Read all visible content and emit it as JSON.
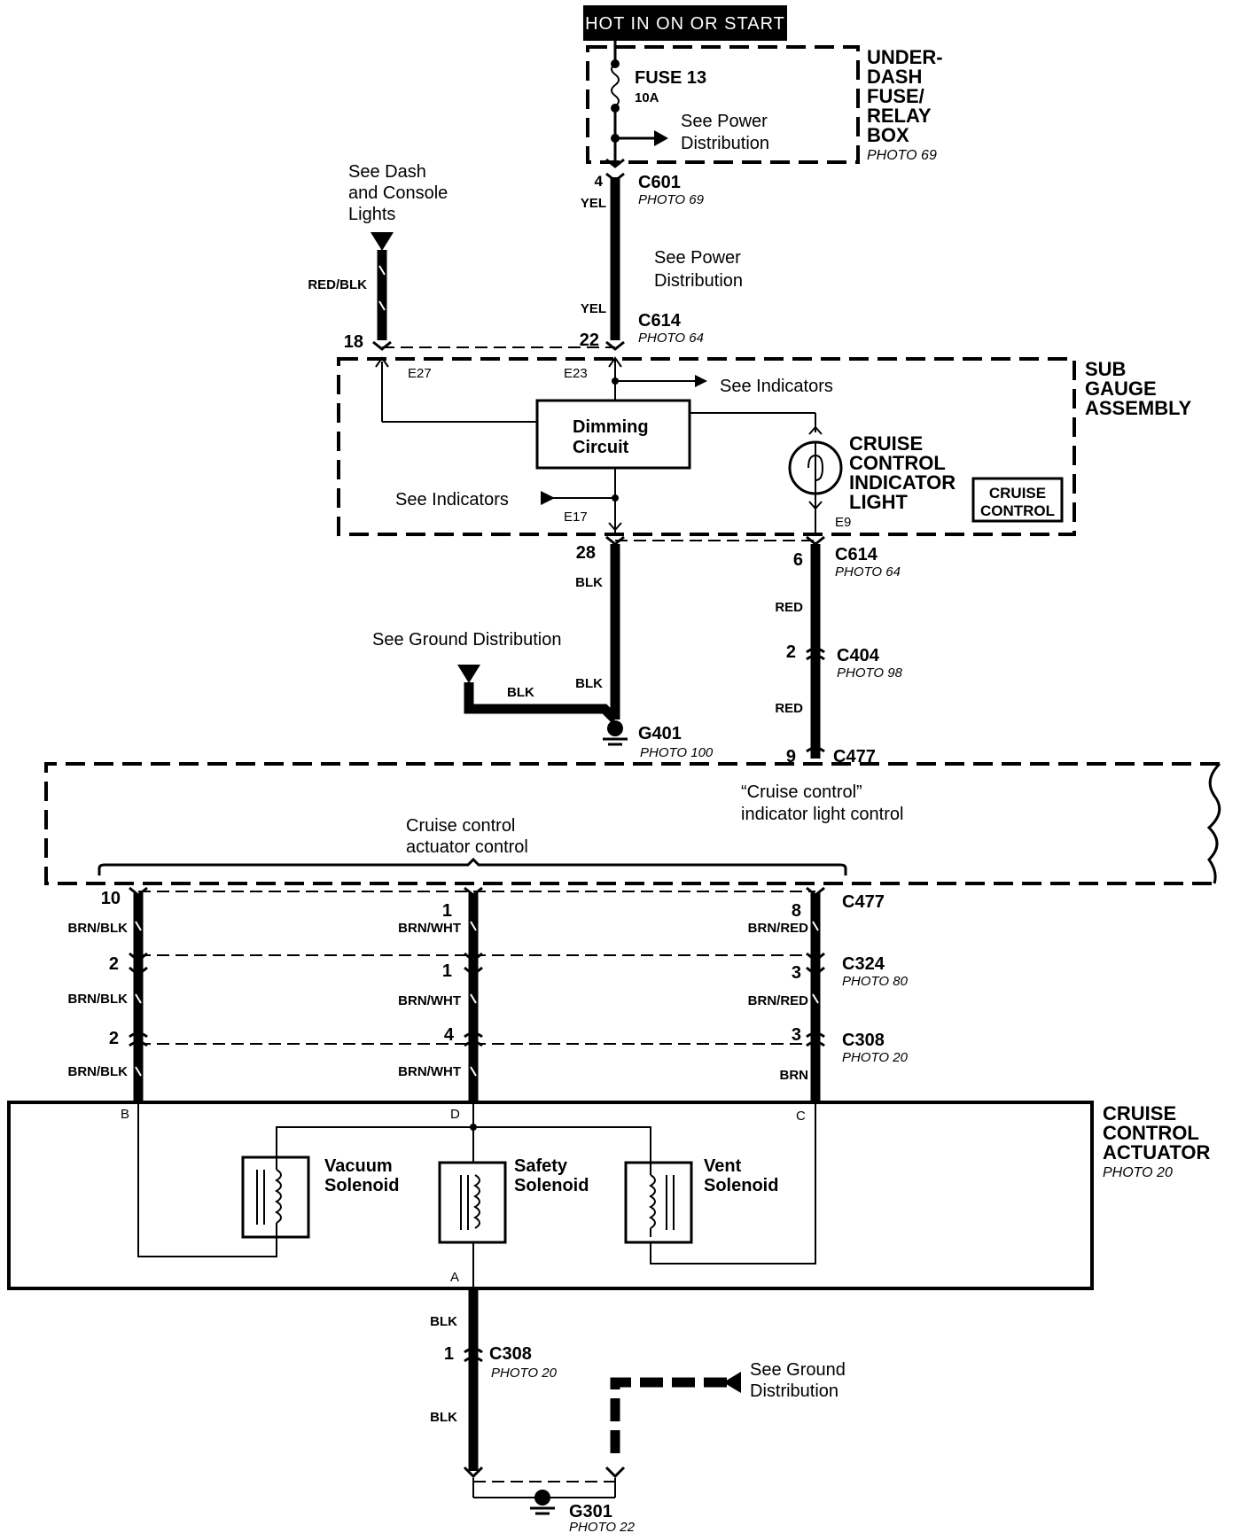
{
  "header": {
    "hot_label": "HOT IN ON OR START"
  },
  "fuse_box": {
    "title_lines": [
      "UNDER-",
      "DASH",
      "FUSE/",
      "RELAY",
      "BOX"
    ],
    "photo": "PHOTO 69",
    "fuse_name": "FUSE 13",
    "fuse_rating": "10A",
    "see_power_lines": [
      "See Power",
      "Distribution"
    ]
  },
  "refs": {
    "dash_console": [
      "See Dash",
      "and Console",
      "Lights"
    ],
    "power_dist": [
      "See  Power",
      "Distribution"
    ],
    "indicators_top": "See Indicators",
    "indicators_left": "See Indicators",
    "ground_dist_1": "See Ground Distribution",
    "ground_dist_2": [
      "See Ground",
      "Distribution"
    ]
  },
  "sub_gauge": {
    "title_lines": [
      "SUB",
      "GAUGE",
      "ASSEMBLY"
    ],
    "dimming_lines": [
      "Dimming",
      "Circuit"
    ],
    "indicator_lines": [
      "CRUISE",
      "CONTROL",
      "INDICATOR",
      "LIGHT"
    ],
    "badge_lines": [
      "CRUISE",
      "CONTROL"
    ],
    "terminals": {
      "e27": "E27",
      "e23": "E23",
      "e17": "E17",
      "e9": "E9"
    }
  },
  "connectors": {
    "c601": {
      "name": "C601",
      "photo": "PHOTO 69",
      "pin": "4"
    },
    "c614_top": {
      "name": "C614",
      "photo": "PHOTO 64",
      "pin_a": "18",
      "pin_b": "22"
    },
    "c614_bottom": {
      "name": "C614",
      "photo": "PHOTO 64",
      "pin_a": "28",
      "pin_b": "6"
    },
    "c404": {
      "name": "C404",
      "photo": "PHOTO 98",
      "pin": "2"
    },
    "c477_top": {
      "name": "C477",
      "pin": "9"
    },
    "c477": {
      "name": "C477",
      "pins": [
        "10",
        "1",
        "8"
      ]
    },
    "c324": {
      "name": "C324",
      "photo": "PHOTO 80",
      "pins": [
        "2",
        "1",
        "3"
      ]
    },
    "c308": {
      "name": "C308",
      "photo": "PHOTO 20",
      "pins": [
        "2",
        "4",
        "3"
      ]
    },
    "c308_bottom": {
      "name": "C308",
      "photo": "PHOTO 20",
      "pin": "1"
    }
  },
  "grounds": {
    "g401": {
      "name": "G401",
      "photo": "PHOTO 100"
    },
    "g301": {
      "name": "G301",
      "photo": "PHOTO 22"
    }
  },
  "wires": {
    "yel": "YEL",
    "red_blk": "RED/BLK",
    "blk": "BLK",
    "red": "RED",
    "brn_blk": "BRN/BLK",
    "brn_wht": "BRN/WHT",
    "brn_red": "BRN/RED",
    "brn": "BRN"
  },
  "module": {
    "indicator_control_lines": [
      "“Cruise control”",
      "indicator light control"
    ],
    "actuator_control_lines": [
      "Cruise control",
      "actuator control"
    ]
  },
  "actuator": {
    "title_lines": [
      "CRUISE",
      "CONTROL",
      "ACTUATOR"
    ],
    "photo": "PHOTO 20",
    "terminals": {
      "b": "B",
      "d": "D",
      "c": "C",
      "a": "A"
    },
    "vacuum_lines": [
      "Vacuum",
      "Solenoid"
    ],
    "safety_lines": [
      "Safety",
      "Solenoid"
    ],
    "vent_lines": [
      "Vent",
      "Solenoid"
    ]
  }
}
